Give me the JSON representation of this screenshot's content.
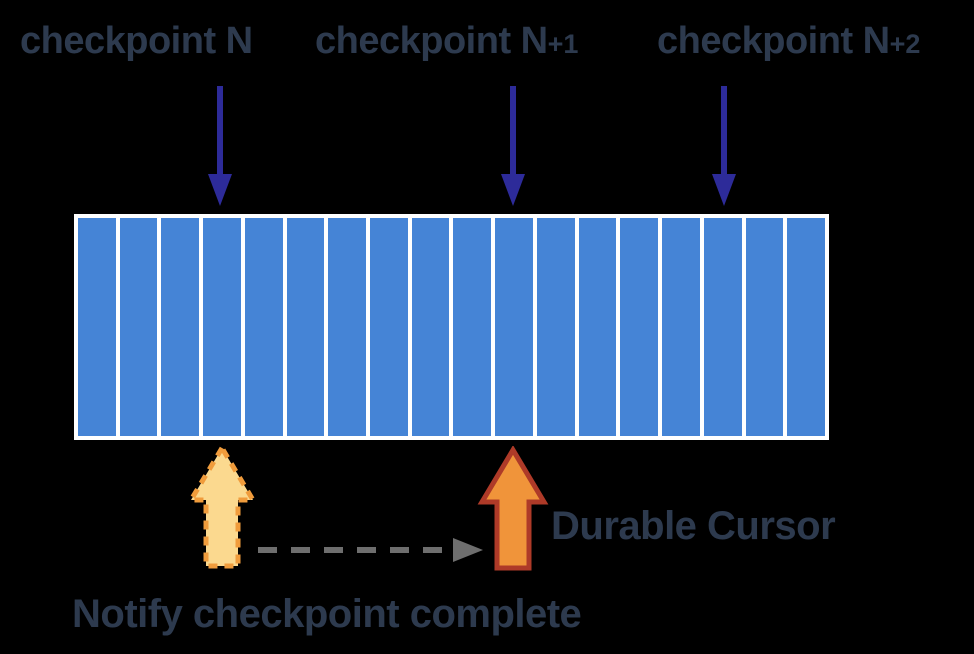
{
  "colors": {
    "bg": "#000000",
    "text": "#2d3a4e",
    "segment-blue": "#4584d6",
    "bar-frame": "#ffffff",
    "checkpoint-arrow": "#2d2b99",
    "cursor-fill": "#f0943a",
    "cursor-stroke": "#ae3a28",
    "notify-fill": "#fbd98f",
    "notify-stroke": "#f09c3c",
    "dashed-gray": "#6e6e6e"
  },
  "checkpoint_labels": [
    {
      "text": "checkpoint N",
      "suffix": ""
    },
    {
      "text": "checkpoint N",
      "suffix": "+1"
    },
    {
      "text": "checkpoint N",
      "suffix": "+2"
    }
  ],
  "log": {
    "segment_count": 18
  },
  "annotations": {
    "durable_cursor": "Durable Cursor",
    "notify": "Notify checkpoint complete"
  }
}
